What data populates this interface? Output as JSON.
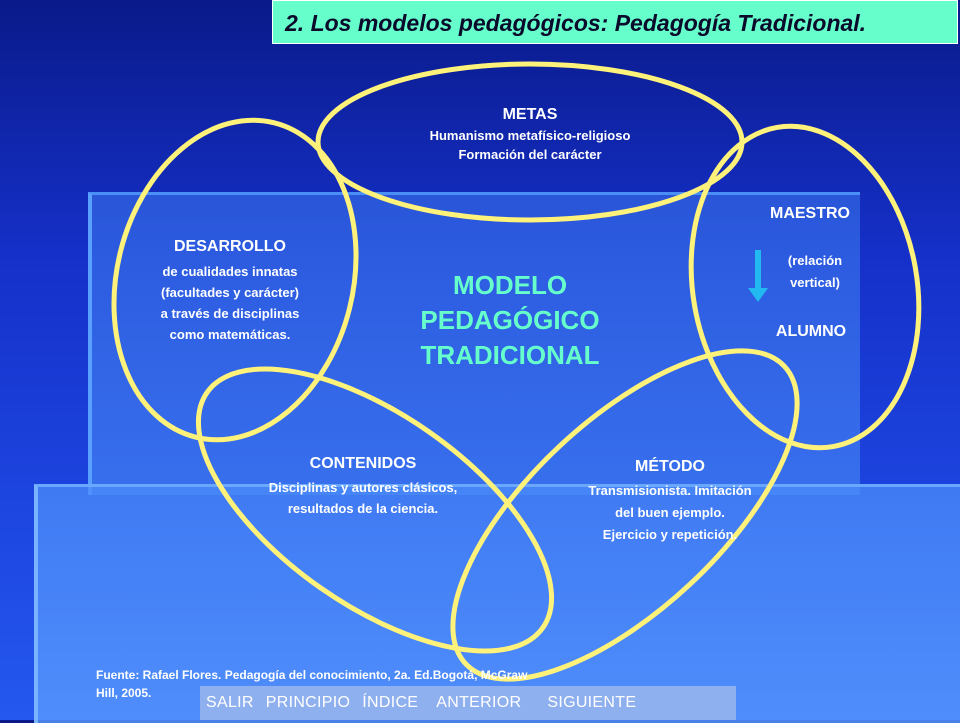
{
  "title": "2. Los modelos pedagógicos: Pedagogía Tradicional.",
  "center": {
    "line1": "MODELO",
    "line2": "PEDAGÓGICO",
    "line3": "TRADICIONAL"
  },
  "metas": {
    "heading": "METAS",
    "line1": "Humanismo metafísico-religioso",
    "line2": "Formación del carácter"
  },
  "desarrollo": {
    "heading": "DESARROLLO",
    "line1": "de cualidades innatas",
    "line2": "(facultades y carácter)",
    "line3": "a través de disciplinas",
    "line4": "como matemáticas."
  },
  "relacion": {
    "top": "MAESTRO",
    "note1": "(relación",
    "note2": "vertical)",
    "bottom": "ALUMNO"
  },
  "contenidos": {
    "heading": "CONTENIDOS",
    "line1": "Disciplinas y autores clásicos,",
    "line2": "resultados de la ciencia."
  },
  "metodo": {
    "heading": "MÉTODO",
    "line1": "Transmisionista. Imitación",
    "line2": "del buen ejemplo.",
    "line3": "Ejercicio y repetición."
  },
  "source": {
    "line1": "Fuente: Rafael Flores. Pedagogía del conocimiento, 2a. Ed.Bogotá, McGraw",
    "line2": "Hill, 2005."
  },
  "nav": {
    "salir": "SALIR",
    "principio": "PRINCIPIO",
    "indice": "ÍNDICE",
    "anterior": "ANTERIOR",
    "siguiente": "SIGUIENTE"
  },
  "colors": {
    "ellipse_stroke": "#fff27a",
    "title_bg": "#66ffcc",
    "center_text": "#66ffcc",
    "arrow": "#22b8f0",
    "nav_bg": "#8fb0ee"
  }
}
